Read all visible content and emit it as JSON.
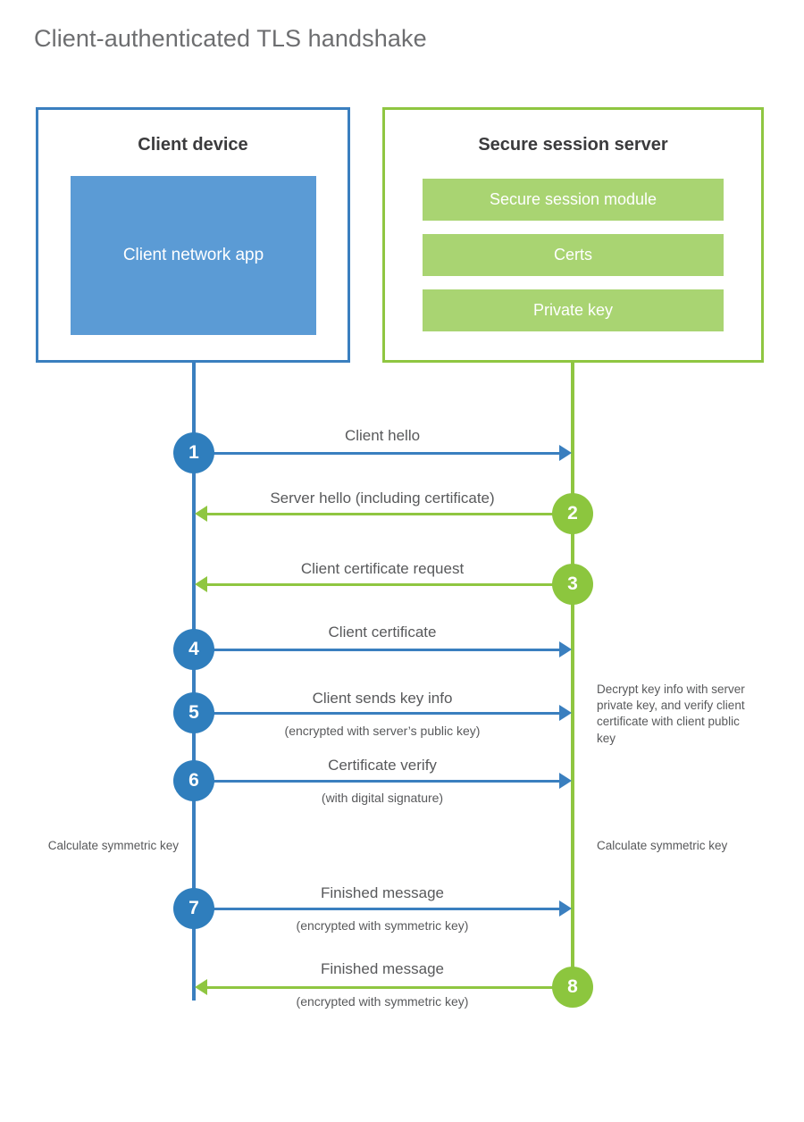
{
  "title": "Client-authenticated TLS handshake",
  "colors": {
    "blue": "#3a7fbf",
    "blue_badge": "#2f7ebd",
    "blue_fill": "#5b9bd5",
    "green": "#8fc641",
    "green_badge": "#8cc63e",
    "green_fill": "#a9d472",
    "text": "#58595b",
    "heading": "#3b3b3d",
    "title": "#6d6e70",
    "background": "#ffffff"
  },
  "entities": {
    "client": {
      "title": "Client device",
      "blocks": [
        {
          "label": "Client network app"
        }
      ]
    },
    "server": {
      "title": "Secure session server",
      "blocks": [
        {
          "label": "Secure session module"
        },
        {
          "label": "Certs"
        },
        {
          "label": "Private key"
        }
      ]
    }
  },
  "steps": [
    {
      "number": "1",
      "label": "Client hello",
      "sublabel": "",
      "direction": "client-to-server",
      "color": "blue"
    },
    {
      "number": "2",
      "label": "Server hello (including certificate)",
      "sublabel": "",
      "direction": "server-to-client",
      "color": "green"
    },
    {
      "number": "3",
      "label": "Client certificate request",
      "sublabel": "",
      "direction": "server-to-client",
      "color": "green"
    },
    {
      "number": "4",
      "label": "Client certificate",
      "sublabel": "",
      "direction": "client-to-server",
      "color": "blue"
    },
    {
      "number": "5",
      "label": "Client sends key info",
      "sublabel": "(encrypted with server’s public key)",
      "direction": "client-to-server",
      "color": "blue"
    },
    {
      "number": "6",
      "label": "Certificate verify",
      "sublabel": "(with digital signature)",
      "direction": "client-to-server",
      "color": "blue"
    },
    {
      "number": "7",
      "label": "Finished message",
      "sublabel": "(encrypted with symmetric key)",
      "direction": "client-to-server",
      "color": "blue"
    },
    {
      "number": "8",
      "label": "Finished message",
      "sublabel": "(encrypted with symmetric key)",
      "direction": "server-to-client",
      "color": "green"
    }
  ],
  "annotations": {
    "server_decrypt": "Decrypt key info with server private key, and verify client certificate with client public key",
    "client_calculate": "Calculate symmetric key",
    "server_calculate": "Calculate symmetric key"
  }
}
